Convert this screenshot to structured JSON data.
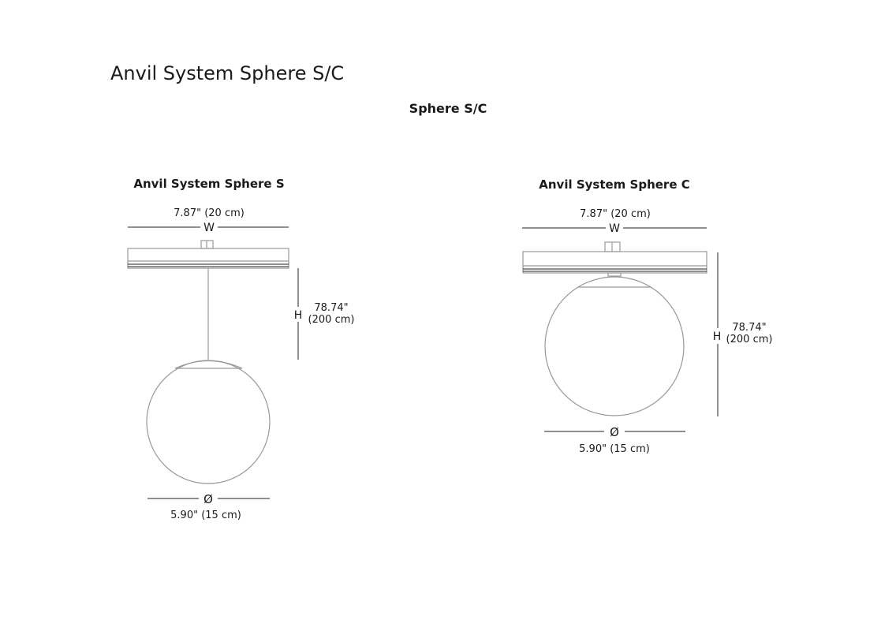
{
  "title": "Anvil System Sphere S/C",
  "subtitle": "Sphere S/C",
  "products": [
    {
      "name": "Anvil System Sphere S",
      "width": "7.87\" (20 cm)",
      "width_symbol": "W",
      "height_symbol": "H",
      "height_in": "78.74\"",
      "height_cm": "(200 cm)",
      "diameter_symbol": "Ø",
      "diameter": "5.90\" (15 cm)"
    },
    {
      "name": "Anvil System Sphere C",
      "width": "7.87\" (20 cm)",
      "width_symbol": "W",
      "height_symbol": "H",
      "height_in": "78.74\"",
      "height_cm": "(200 cm)",
      "diameter_symbol": "Ø",
      "diameter": "5.90\" (15 cm)"
    }
  ]
}
